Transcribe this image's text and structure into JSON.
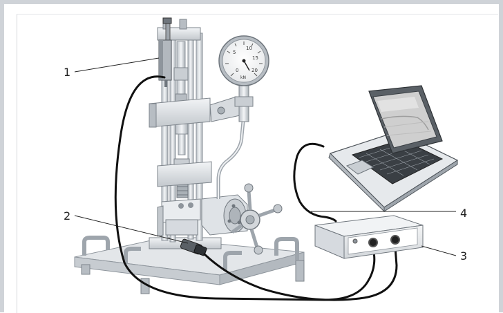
{
  "figure": {
    "callouts": [
      {
        "id": "1",
        "label": "1"
      },
      {
        "id": "2",
        "label": "2"
      },
      {
        "id": "3",
        "label": "3"
      },
      {
        "id": "4",
        "label": "4"
      }
    ],
    "gauge": {
      "scale_labels": [
        "5",
        "10",
        "15",
        "20",
        "0"
      ],
      "unit": "kN"
    }
  },
  "colors": {
    "frame_border": "#cfd3d8",
    "metal_light": "#eceff2",
    "metal_mid": "#c9ced3",
    "metal_dark": "#8e959c",
    "cable": "#111111",
    "screen": "#cfcfcf"
  }
}
